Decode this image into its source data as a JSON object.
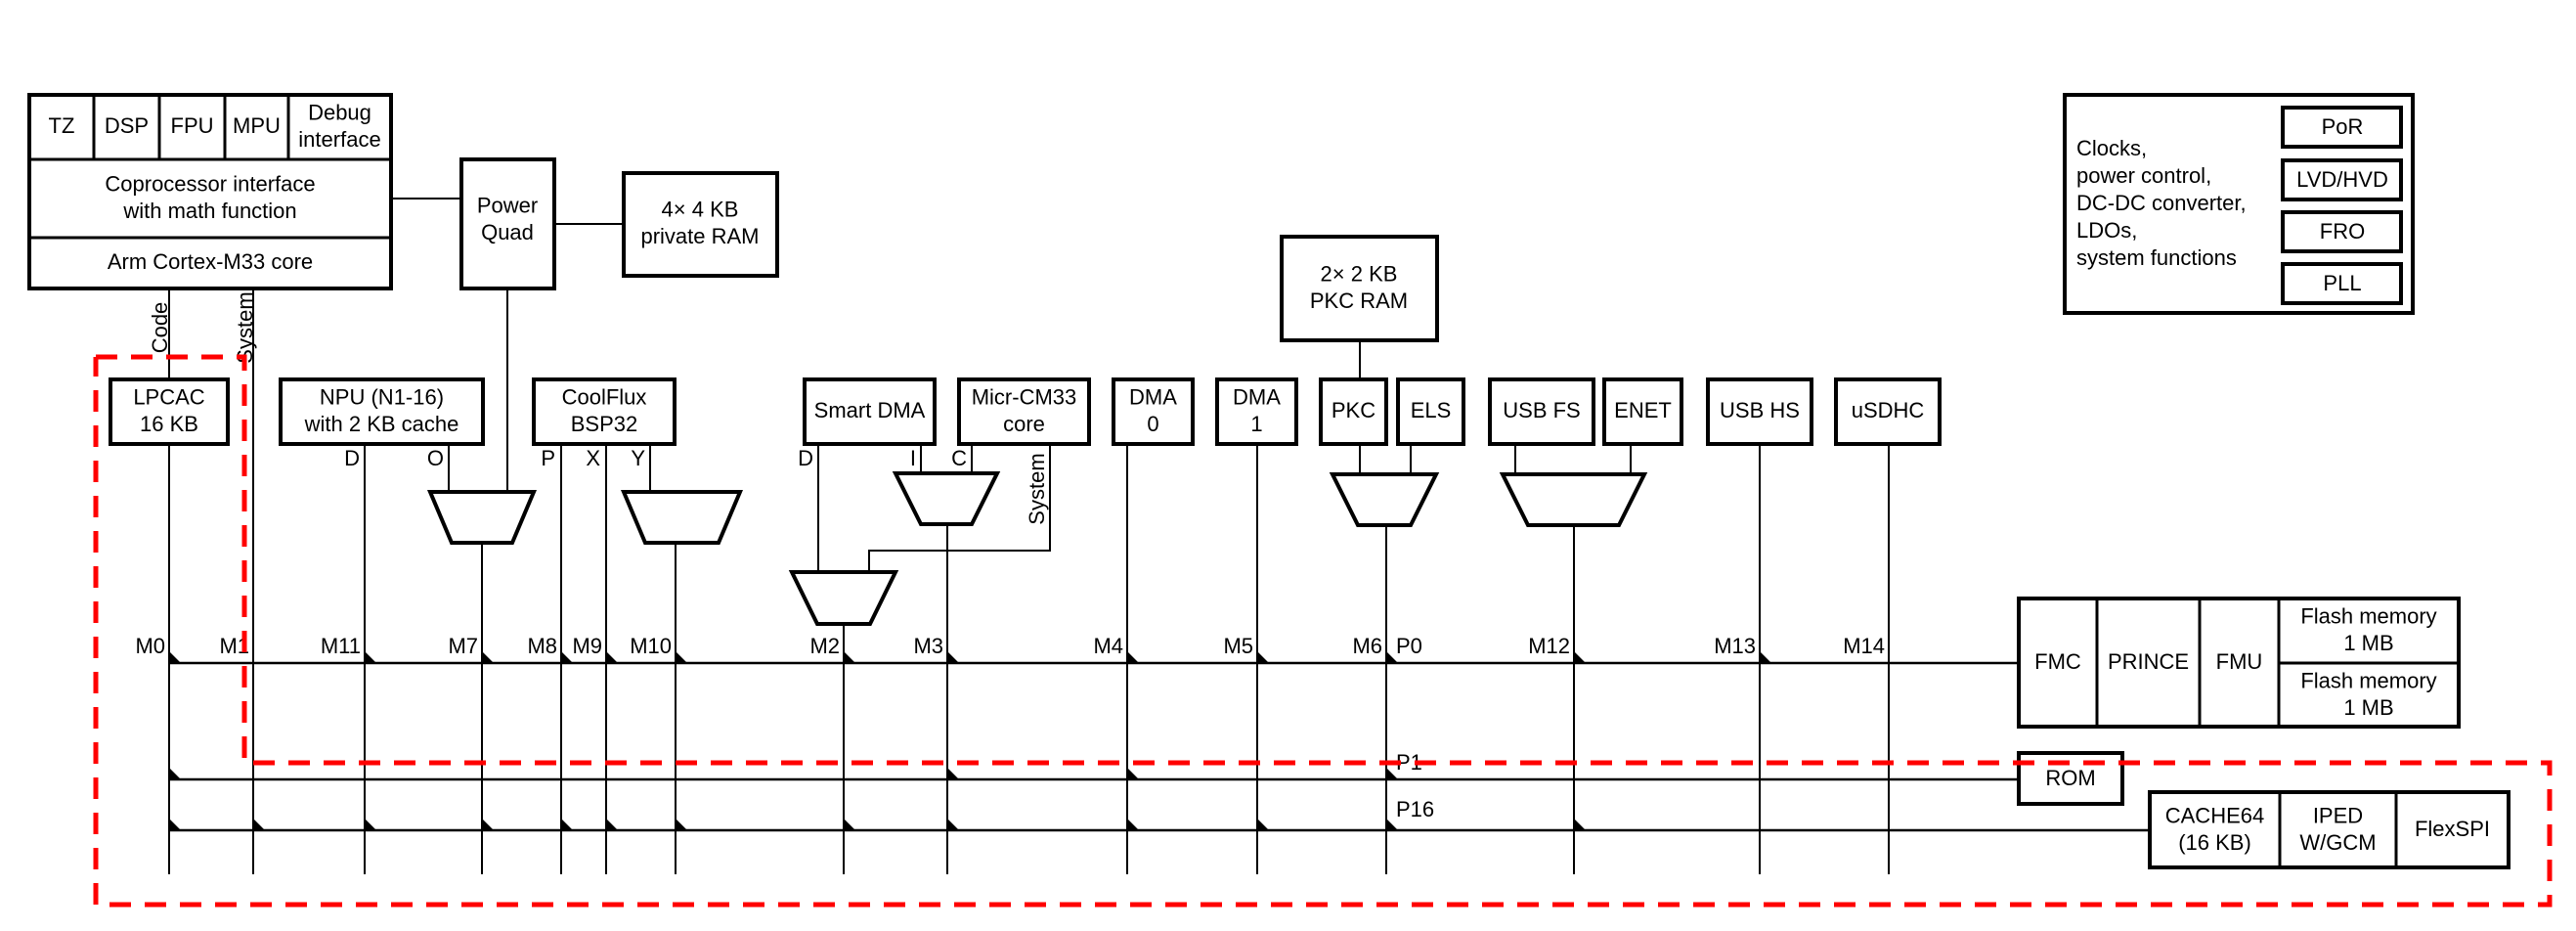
{
  "core": {
    "cells": [
      "TZ",
      "DSP",
      "FPU",
      "MPU",
      "Debug|interface"
    ],
    "coprocessor": "Coprocessor interface|with math function",
    "core_label": "Arm Cortex-M33 core",
    "bus_code": "Code",
    "bus_system": "System"
  },
  "power_quad": "Power|Quad",
  "private_ram": "4× 4 KB|private RAM",
  "pkc_ram": "2× 2 KB|PKC RAM",
  "system_block": {
    "text": [
      "Clocks,",
      "power control,",
      "DC-DC converter,",
      "LDOs,",
      "system functions"
    ],
    "items": [
      "PoR",
      "LVD/HVD",
      "FRO",
      "PLL"
    ]
  },
  "masters": {
    "lpcac": "LPCAC|16 KB",
    "npu": "NPU (N1-16)|with 2 KB cache",
    "coolflux": "CoolFlux|BSP32",
    "smart_dma": "Smart DMA",
    "micro_cm33": "Micr-CM33|core",
    "dma0": "DMA|0",
    "dma1": "DMA|1",
    "pkc": "PKC",
    "els": "ELS",
    "usb_fs": "USB FS",
    "enet": "ENET",
    "usb_hs": "USB HS",
    "usdhc": "uSDHC"
  },
  "ports": {
    "npu_d": "D",
    "npu_o": "O",
    "cf_p": "P",
    "cf_x": "X",
    "cf_y": "Y",
    "sdma_d": "D",
    "cm33_i": "I",
    "cm33_c": "C",
    "cm33_system": "System"
  },
  "bus_masters": [
    "M0",
    "M1",
    "M11",
    "M7",
    "M8",
    "M9",
    "M10",
    "M2",
    "M3",
    "M4",
    "M5",
    "M6",
    "M12",
    "M13",
    "M14"
  ],
  "slave_ports": [
    "P0",
    "P1",
    "P16"
  ],
  "flash_block": {
    "cells": [
      "FMC",
      "PRINCE",
      "FMU"
    ],
    "flash1": "Flash memory|1 MB",
    "flash2": "Flash memory|1 MB"
  },
  "rom": "ROM",
  "flexspi_block": {
    "cells": [
      "CACHE64|(16 KB)",
      "IPED|W/GCM",
      "FlexSPI"
    ]
  },
  "colors": {
    "line": "#000000",
    "highlight_dash": "#ff0000",
    "background": "#ffffff"
  }
}
